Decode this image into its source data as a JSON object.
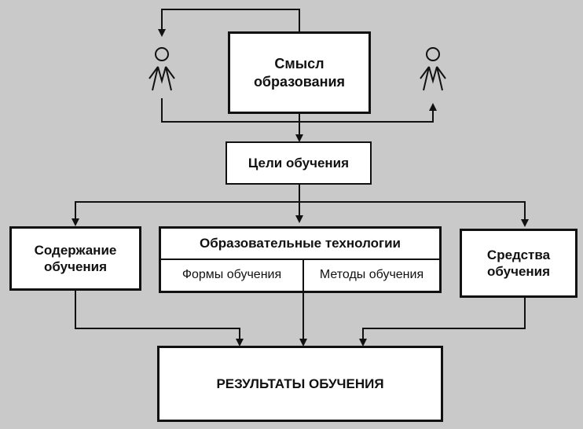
{
  "diagram": {
    "top_box": {
      "line1": "Смысл",
      "line2": "образования"
    },
    "goals_box": {
      "label": "Цели обучения"
    },
    "content_box": {
      "line1": "Содержание",
      "line2": "обучения"
    },
    "technologies_box": {
      "title": "Образовательные технологии",
      "left_cell": "Формы обучения",
      "right_cell": "Методы обучения"
    },
    "means_box": {
      "line1": "Средства",
      "line2": "обучения"
    },
    "results_box": {
      "label": "РЕЗУЛЬТАТЫ ОБУЧЕНИЯ"
    },
    "people": [
      {
        "icon": "person-icon"
      },
      {
        "icon": "person-icon"
      }
    ]
  },
  "colors": {
    "background": "#c9c9c9",
    "box_fill": "#ffffff",
    "stroke": "#111111"
  }
}
